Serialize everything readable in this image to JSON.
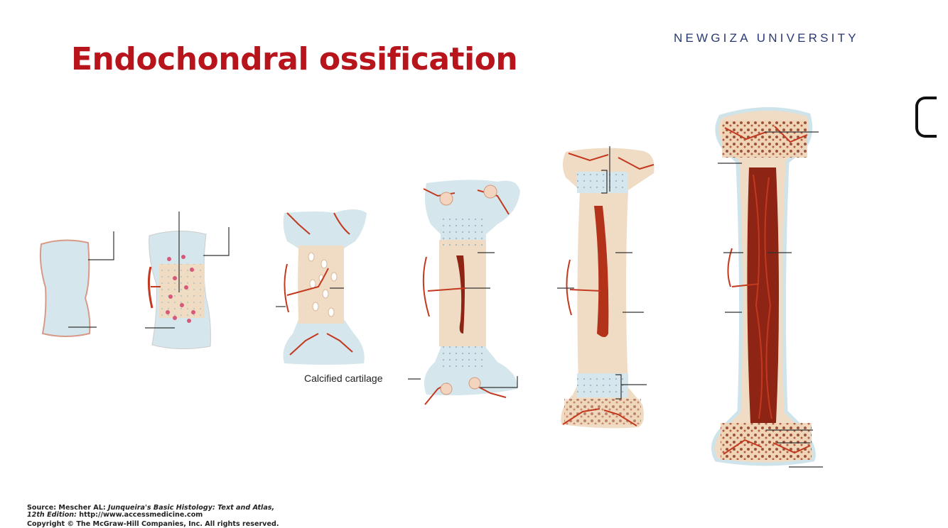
{
  "header": {
    "title": "Endochondral ossification",
    "brand": "NEWGIZA UNIVERSITY"
  },
  "figure": {
    "label_calcified": "Calcified cartilage"
  },
  "footer": {
    "source_prefix": "Source: Mescher AL: ",
    "source_book": "Junqueira's Basic Histology: Text and Atlas,",
    "source_edition": "12th Edition:",
    "source_url": " http://www.accessmedicine.com",
    "copyright": "Copyright © The McGraw-Hill Companies, Inc. All rights reserved."
  },
  "colors": {
    "title": "#b8141c",
    "brand": "#2a3a72",
    "cartilage": "#cfe3ea",
    "bone": "#f0dcc4",
    "vessel": "#c2391f",
    "marrow": "#8e2414"
  }
}
